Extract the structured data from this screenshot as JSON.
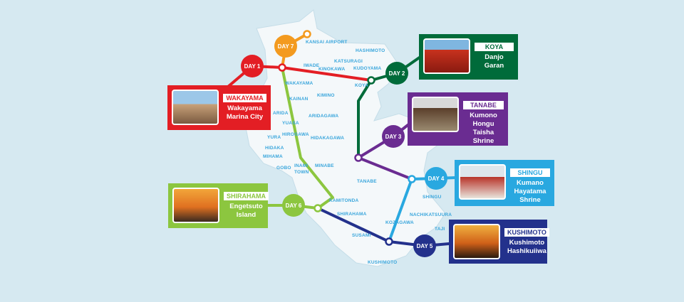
{
  "colors": {
    "background": "#d6e9f1",
    "day1": "#e31e24",
    "day2": "#006b3a",
    "day3": "#6a2c91",
    "day4": "#29a8e0",
    "day5": "#23318c",
    "day6": "#8cc63f",
    "day7": "#f39a1f"
  },
  "places": [
    "KANSAI AIRPORT",
    "HASHIMOTO",
    "KATSURAGI",
    "IWADE",
    "KINOKAWA",
    "KUDOYAMA",
    "KOYA",
    "WAKAYAMA",
    "KAINAN",
    "KIMINO",
    "ARIDA",
    "ARIDAGAWA",
    "YUASA",
    "YURA",
    "HIROGAWA",
    "HIDAKAGAWA",
    "HIDAKA",
    "MIHAMA",
    "GOBO",
    "INAMI",
    "TOWN",
    "MINABE",
    "TANABE",
    "KAMITONDA",
    "SHIRAHAMA",
    "SHINGU",
    "NACHIKATSUURA",
    "KOZAGAWA",
    "TAJI",
    "SUSAMI",
    "KUSHIMOTO"
  ],
  "days": [
    "DAY 1",
    "DAY 2",
    "DAY 3",
    "DAY 4",
    "DAY 5",
    "DAY 6",
    "DAY 7"
  ],
  "cards": [
    {
      "tag": "WAKAYAMA",
      "line1": "Wakayama",
      "line2": "Marina City",
      "line3": ""
    },
    {
      "tag": "KOYA",
      "line1": "Danjo",
      "line2": "Garan",
      "line3": ""
    },
    {
      "tag": "TANABE",
      "line1": "Kumono",
      "line2": "Hongu Taisha",
      "line3": "Shrine"
    },
    {
      "tag": "SHINGU",
      "line1": "Kumano",
      "line2": "Hayatama",
      "line3": "Shrine"
    },
    {
      "tag": "SHIRAHAMA",
      "line1": "Engetsuto",
      "line2": "Island",
      "line3": ""
    },
    {
      "tag": "KUSHIMOTO",
      "line1": "Kushimoto",
      "line2": "Hashikuiiwa",
      "line3": ""
    }
  ]
}
